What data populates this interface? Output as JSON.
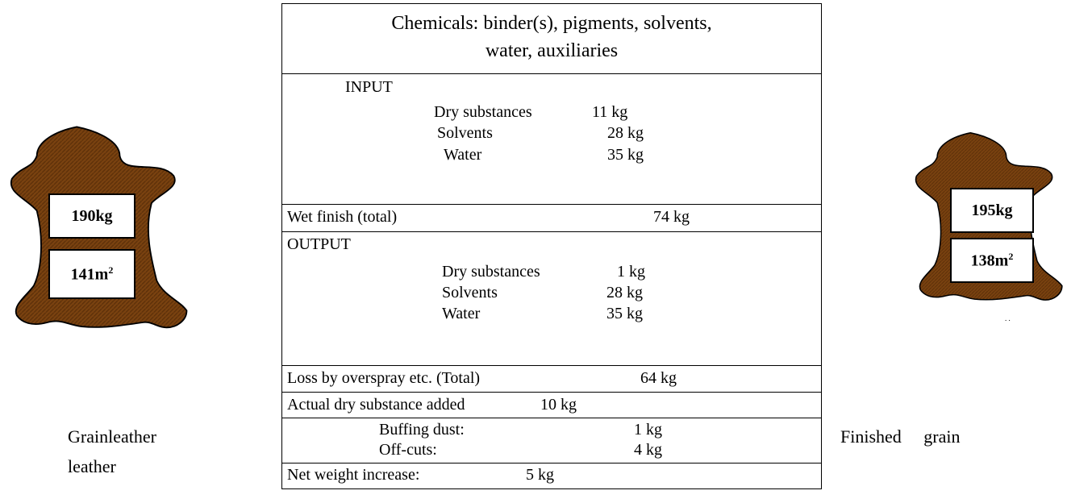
{
  "left_hide": {
    "weight": "190kg",
    "area_value": "141m",
    "area_exp": "2",
    "mark": ". ."
  },
  "right_hide": {
    "weight": "195kg",
    "area_value": "138m",
    "area_exp": "2",
    "mark": ". ."
  },
  "left_caption": {
    "line1": "Grainleather",
    "line2": "leather"
  },
  "right_caption": "Finished     grain",
  "colors": {
    "hide_fill": "#7a4210",
    "border": "#000000"
  },
  "table": {
    "chemicals_line1": "Chemicals: binder(s), pigments, solvents,",
    "chemicals_line2": "water, auxiliaries",
    "input": {
      "heading": "INPUT",
      "rows": [
        {
          "label": "Dry substances",
          "value": "11 kg"
        },
        {
          "label": "Solvents",
          "value": "28 kg"
        },
        {
          "label": "Water",
          "value": "35 kg"
        }
      ]
    },
    "wet_finish": {
      "label": "Wet finish (total)",
      "value": "74 kg"
    },
    "output": {
      "heading": "OUTPUT",
      "rows": [
        {
          "label": "Dry substances",
          "value": "1 kg"
        },
        {
          "label": "Solvents",
          "value": "28 kg"
        },
        {
          "label": "Water",
          "value": "35 kg"
        }
      ]
    },
    "loss": {
      "label": "Loss by overspray etc. (Total)",
      "value": "64 kg"
    },
    "actual_dry": {
      "label": "Actual dry substance added",
      "value": "10 kg"
    },
    "waste": {
      "rows": [
        {
          "label": "Buffing dust:",
          "value": "1 kg"
        },
        {
          "label": "Off-cuts:",
          "value": "4 kg"
        }
      ]
    },
    "net": {
      "label": "Net weight increase:",
      "value": "5 kg"
    }
  }
}
